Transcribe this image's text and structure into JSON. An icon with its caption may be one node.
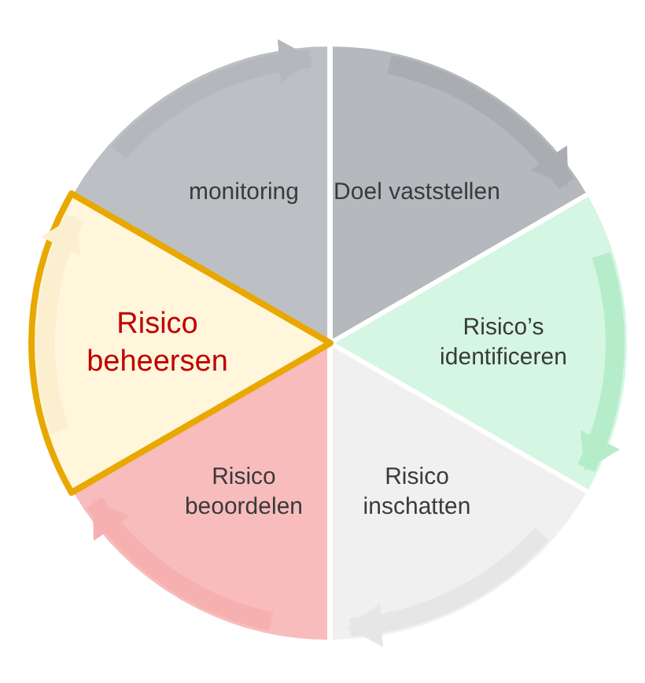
{
  "diagram": {
    "nodes": [
      {
        "text": [
          "monitoring"
        ]
      },
      {
        "text": [
          "Doel vaststellen"
        ]
      },
      {
        "text": [
          "Risico’s identificeren"
        ]
      },
      {
        "text": [
          "Risico inschatten"
        ]
      },
      {
        "text": [
          "Risico beoordelen"
        ]
      },
      {
        "text": [
          "Risico beheersen"
        ]
      }
    ],
    "edges": [
      {
        "from": 0,
        "to": 1,
        "arrow": "to",
        "color": "#b4b8bc"
      },
      {
        "from": 1,
        "to": 2,
        "arrow": "to",
        "color": "#a9adb2"
      },
      {
        "from": 2,
        "to": 3,
        "arrow": "to",
        "color": "#b5ecc9"
      },
      {
        "from": 3,
        "to": 4,
        "arrow": "to",
        "color": "#e6e6e6"
      },
      {
        "from": 4,
        "to": 5,
        "arrow": "to",
        "color": "#f6b0b0"
      },
      {
        "from": 5,
        "to": 0,
        "arrow": "to",
        "color": "#fcefcf"
      }
    ]
  }
}
